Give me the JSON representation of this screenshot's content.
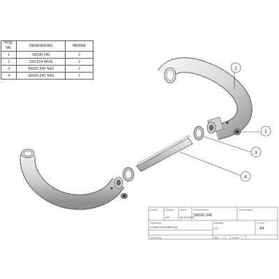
{
  "bom": {
    "headers": [
      "POS-NR.",
      "BENENNUNG",
      "MENGE"
    ],
    "rows": [
      [
        "1",
        "56630-240",
        "2"
      ],
      [
        "2",
        "DIN 914 M6x8",
        "2"
      ],
      [
        "3",
        "56630-240 Teil2",
        "2"
      ],
      [
        "4",
        "56630-240 Teil3",
        "1"
      ]
    ]
  },
  "balloons": [
    "1",
    "2",
    "3",
    "4"
  ],
  "title_block": {
    "fields": {
      "t1": "Erstellt",
      "t2": "Signatur",
      "t3": "Datum",
      "t4": "Artikelnummer",
      "t5": "Zeichnungsnr.",
      "t6": "Oberfläche",
      "t7": "Maßstab",
      "t8": "Format",
      "t9": "Zeichnung",
      "t10": "Blatt",
      "t11": "Version"
    },
    "article": "56630-240",
    "created_by": "CH",
    "date": "22.10.2019",
    "material": "1.4301 (X5CrNi18-10)",
    "scale": "1:2",
    "format": "A4",
    "sheet": "1 / 1",
    "version": "1"
  }
}
